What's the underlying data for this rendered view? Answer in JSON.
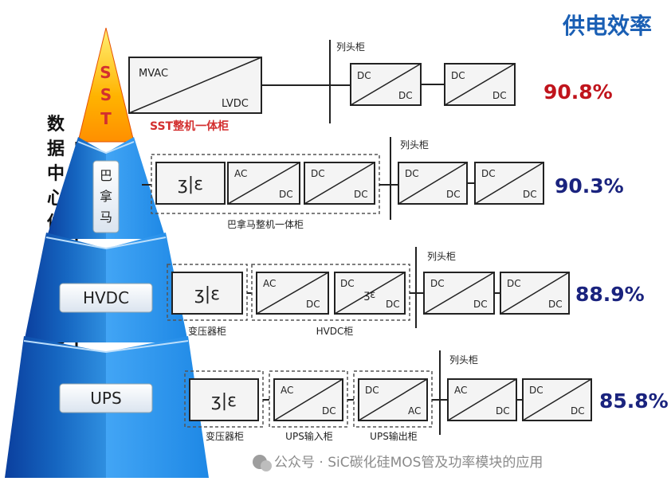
{
  "title": "供电效率",
  "side_title": "数据中心供电电源迭代",
  "tiers": [
    {
      "label": "SST",
      "efficiency": "90.8%",
      "cabinet_label": "SST整机一体柜",
      "column_label": "列头柜"
    },
    {
      "label": "巴拿马",
      "efficiency": "90.3%",
      "cabinet_label": "巴拿马整机一体柜",
      "column_label": "列头柜"
    },
    {
      "label": "HVDC",
      "efficiency": "88.9%",
      "cabinet_labels": [
        "变压器柜",
        "HVDC柜"
      ],
      "column_label": "列头柜"
    },
    {
      "label": "UPS",
      "efficiency": "85.8%",
      "cabinet_labels": [
        "变压器柜",
        "UPS输入柜",
        "UPS输出柜"
      ],
      "column_label": "列头柜"
    }
  ],
  "box_text": {
    "mvac": "MVAC",
    "lvdc": "LVDC",
    "ac": "AC",
    "dc": "DC"
  },
  "colors": {
    "efficiency_red": "#c0141c",
    "efficiency_blue": "#1a237e",
    "title_blue": "#1a5fb4",
    "sst_label": "#d32f2f"
  },
  "watermark": "公众号 · SiC碳化硅MOS管及功率模块的应用"
}
